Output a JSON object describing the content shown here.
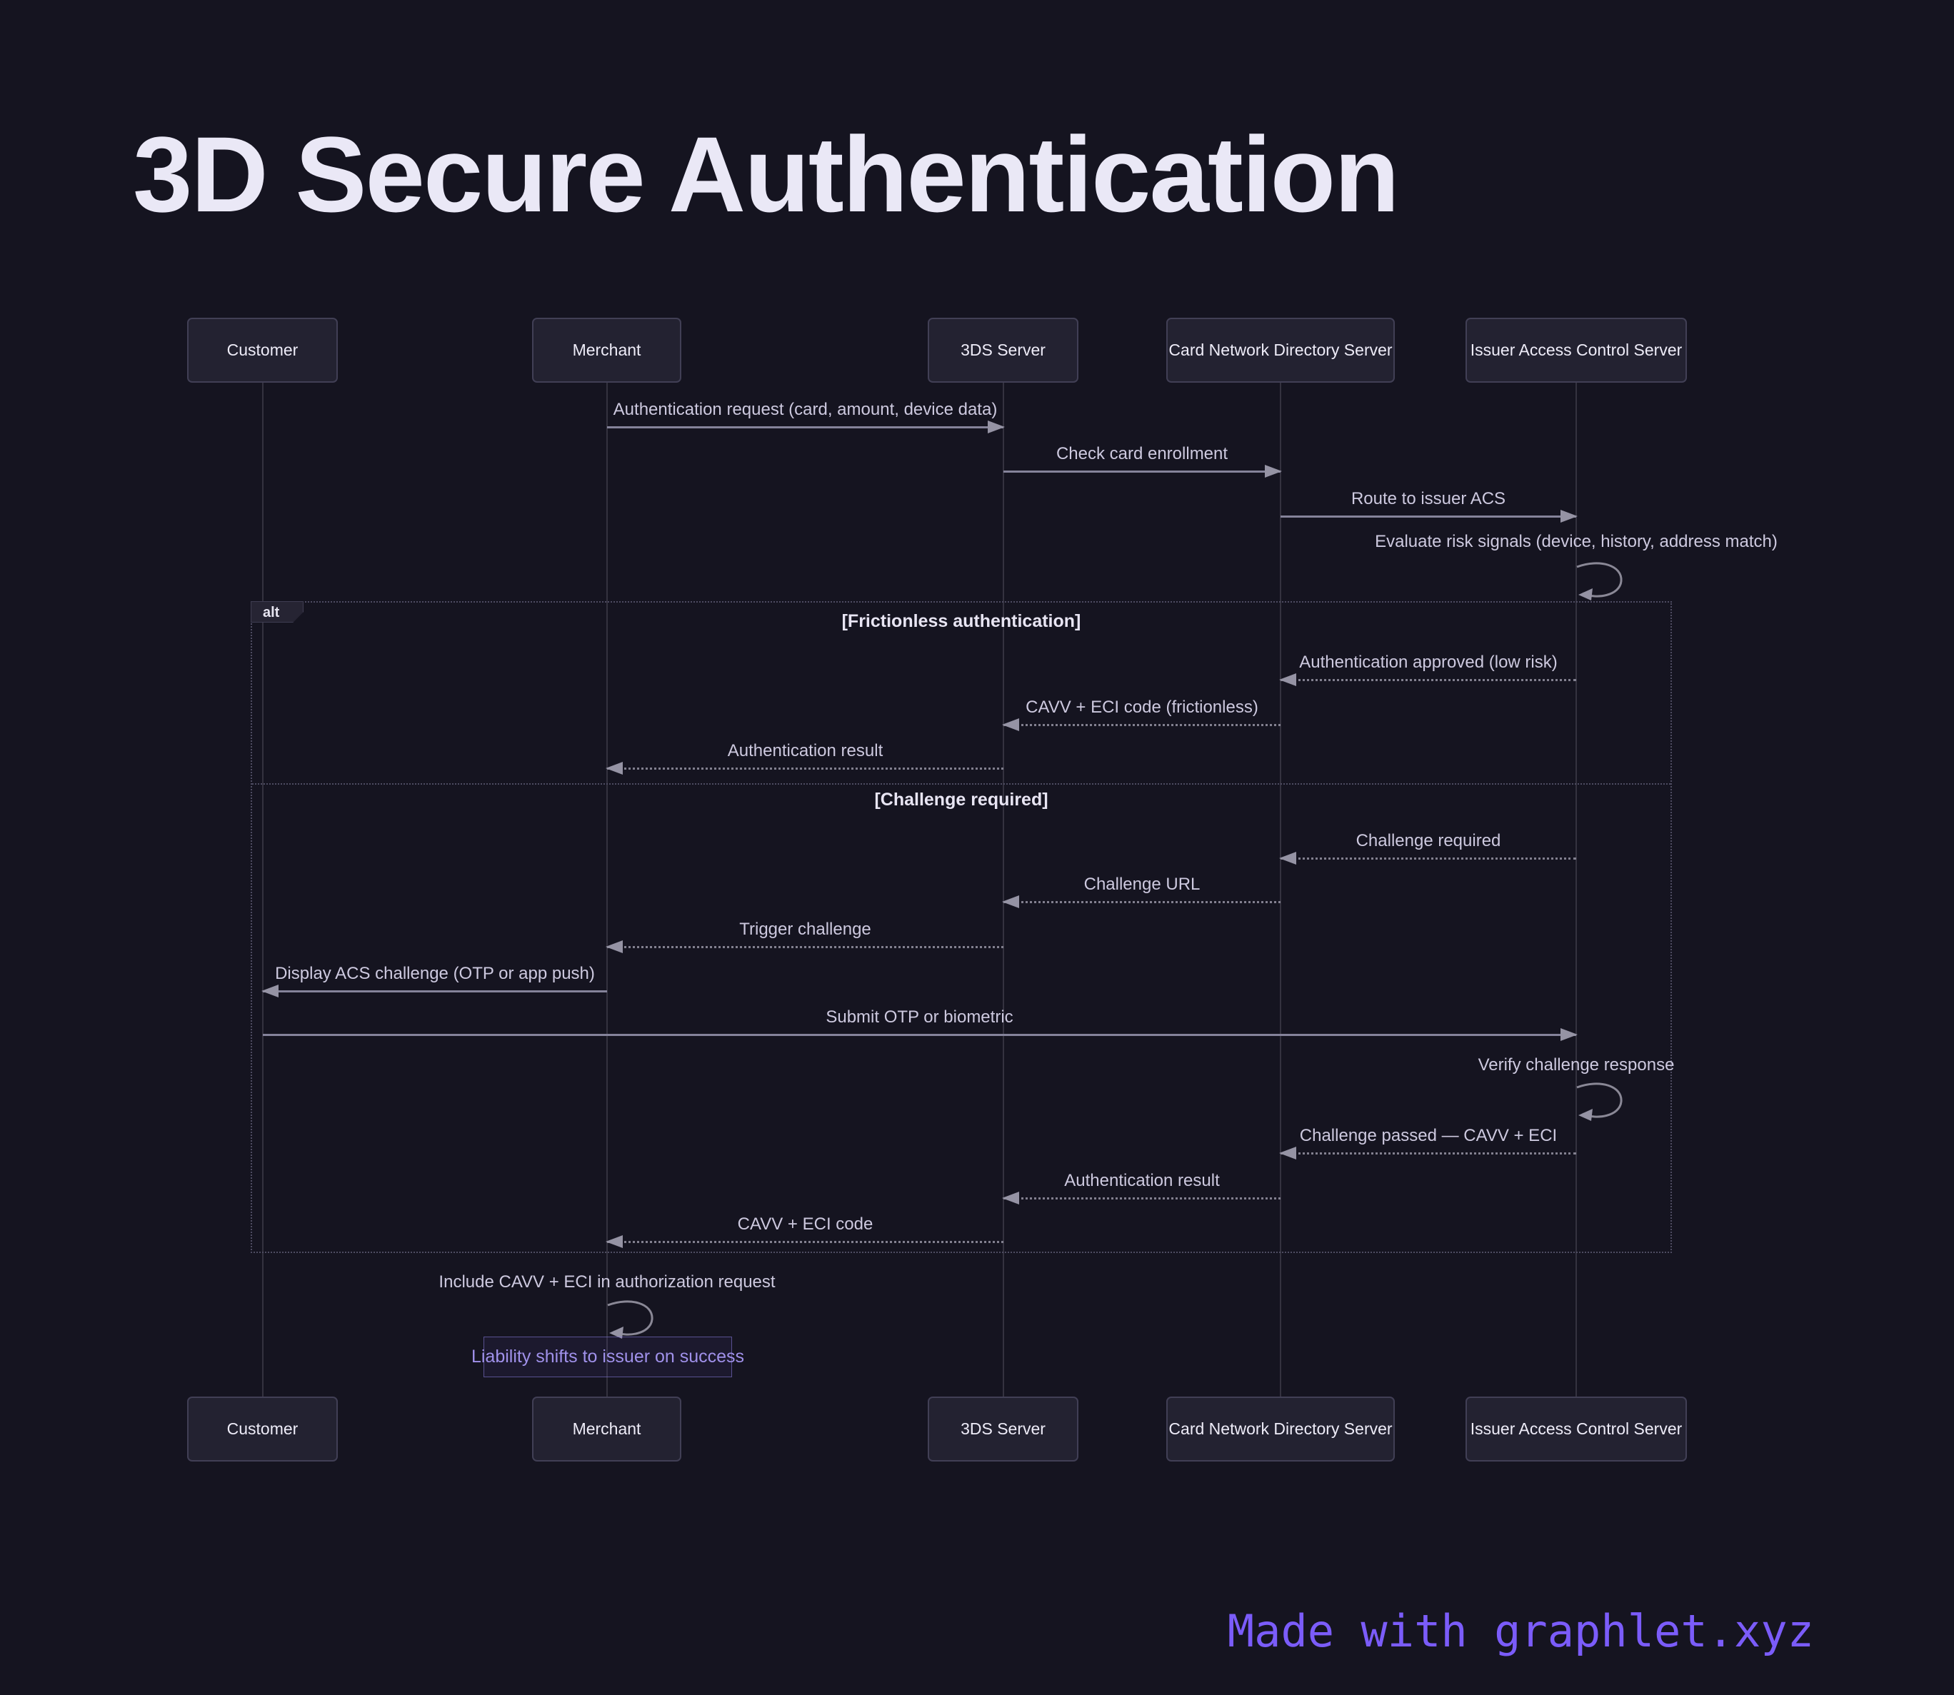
{
  "title": "3D Secure Authentication",
  "actors": [
    {
      "id": "customer",
      "label": "Customer"
    },
    {
      "id": "merchant",
      "label": "Merchant"
    },
    {
      "id": "3ds-server",
      "label": "3DS Server"
    },
    {
      "id": "card-network-directory-server",
      "label": "Card Network Directory Server"
    },
    {
      "id": "issuer-access-control-server",
      "label": "Issuer Access Control Server"
    }
  ],
  "frame": {
    "operator": "alt",
    "sections": [
      {
        "condition": "[Frictionless authentication]"
      },
      {
        "condition": "[Challenge required]"
      }
    ]
  },
  "messages": [
    {
      "label": "Authentication request (card, amount, device data)",
      "from": "Merchant",
      "to": "3DS Server",
      "style": "solid"
    },
    {
      "label": "Check card enrollment",
      "from": "3DS Server",
      "to": "Card Network Directory Server",
      "style": "solid"
    },
    {
      "label": "Route to issuer ACS",
      "from": "Card Network Directory Server",
      "to": "Issuer Access Control Server",
      "style": "solid"
    },
    {
      "label": "Evaluate risk signals (device, history, address match)",
      "from": "Issuer Access Control Server",
      "to": "Issuer Access Control Server",
      "style": "self"
    },
    {
      "label": "Authentication approved (low risk)",
      "from": "Issuer Access Control Server",
      "to": "Card Network Directory Server",
      "style": "dashed"
    },
    {
      "label": "CAVV + ECI code (frictionless)",
      "from": "Card Network Directory Server",
      "to": "3DS Server",
      "style": "dashed"
    },
    {
      "label": "Authentication result",
      "from": "3DS Server",
      "to": "Merchant",
      "style": "dashed"
    },
    {
      "label": "Challenge required",
      "from": "Issuer Access Control Server",
      "to": "Card Network Directory Server",
      "style": "dashed"
    },
    {
      "label": "Challenge URL",
      "from": "Card Network Directory Server",
      "to": "3DS Server",
      "style": "dashed"
    },
    {
      "label": "Trigger challenge",
      "from": "3DS Server",
      "to": "Merchant",
      "style": "dashed"
    },
    {
      "label": "Display ACS challenge (OTP or app push)",
      "from": "Merchant",
      "to": "Customer",
      "style": "solid"
    },
    {
      "label": "Submit OTP or biometric",
      "from": "Customer",
      "to": "Issuer Access Control Server",
      "style": "solid"
    },
    {
      "label": "Verify challenge response",
      "from": "Issuer Access Control Server",
      "to": "Issuer Access Control Server",
      "style": "self"
    },
    {
      "label": "Challenge passed — CAVV + ECI",
      "from": "Issuer Access Control Server",
      "to": "Card Network Directory Server",
      "style": "dashed"
    },
    {
      "label": "Authentication result",
      "from": "Card Network Directory Server",
      "to": "3DS Server",
      "style": "dashed"
    },
    {
      "label": "CAVV + ECI code",
      "from": "3DS Server",
      "to": "Merchant",
      "style": "dashed"
    },
    {
      "label": "Include CAVV + ECI in authorization request",
      "from": "Merchant",
      "to": "Merchant",
      "style": "self"
    }
  ],
  "note": {
    "text": "Liability shifts to issuer on success",
    "attached_to": "Merchant"
  },
  "footer": {
    "credit": "Made with graphlet.xyz"
  },
  "colors": {
    "background": "#151420",
    "actor_box_fill": "#232231",
    "actor_box_border": "#413f55",
    "message_text": "#cdc9df",
    "arrow": "#85839a",
    "frame_border": "#4e4c62",
    "note_text": "#a091ea",
    "note_border": "#8b7de2",
    "footer_accent": "#7b5cfa",
    "title_text": "#eae8f6"
  }
}
